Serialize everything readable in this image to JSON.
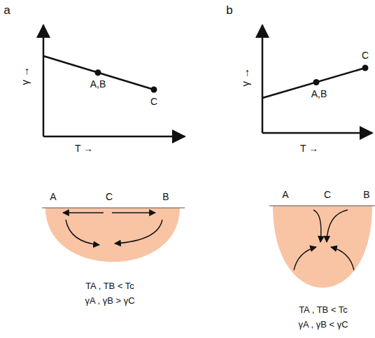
{
  "diagram": {
    "labels": [
      "a",
      "b",
      "γ →",
      "T →",
      "A,B",
      "C",
      "γ →",
      "T →",
      "A,B",
      "C",
      "A",
      "C",
      "B",
      "TA , TB < Tc",
      "γA , γB > γC",
      "A",
      "C",
      "B",
      "TA , TB < Tc",
      "γA , γB < γC"
    ]
  }
}
